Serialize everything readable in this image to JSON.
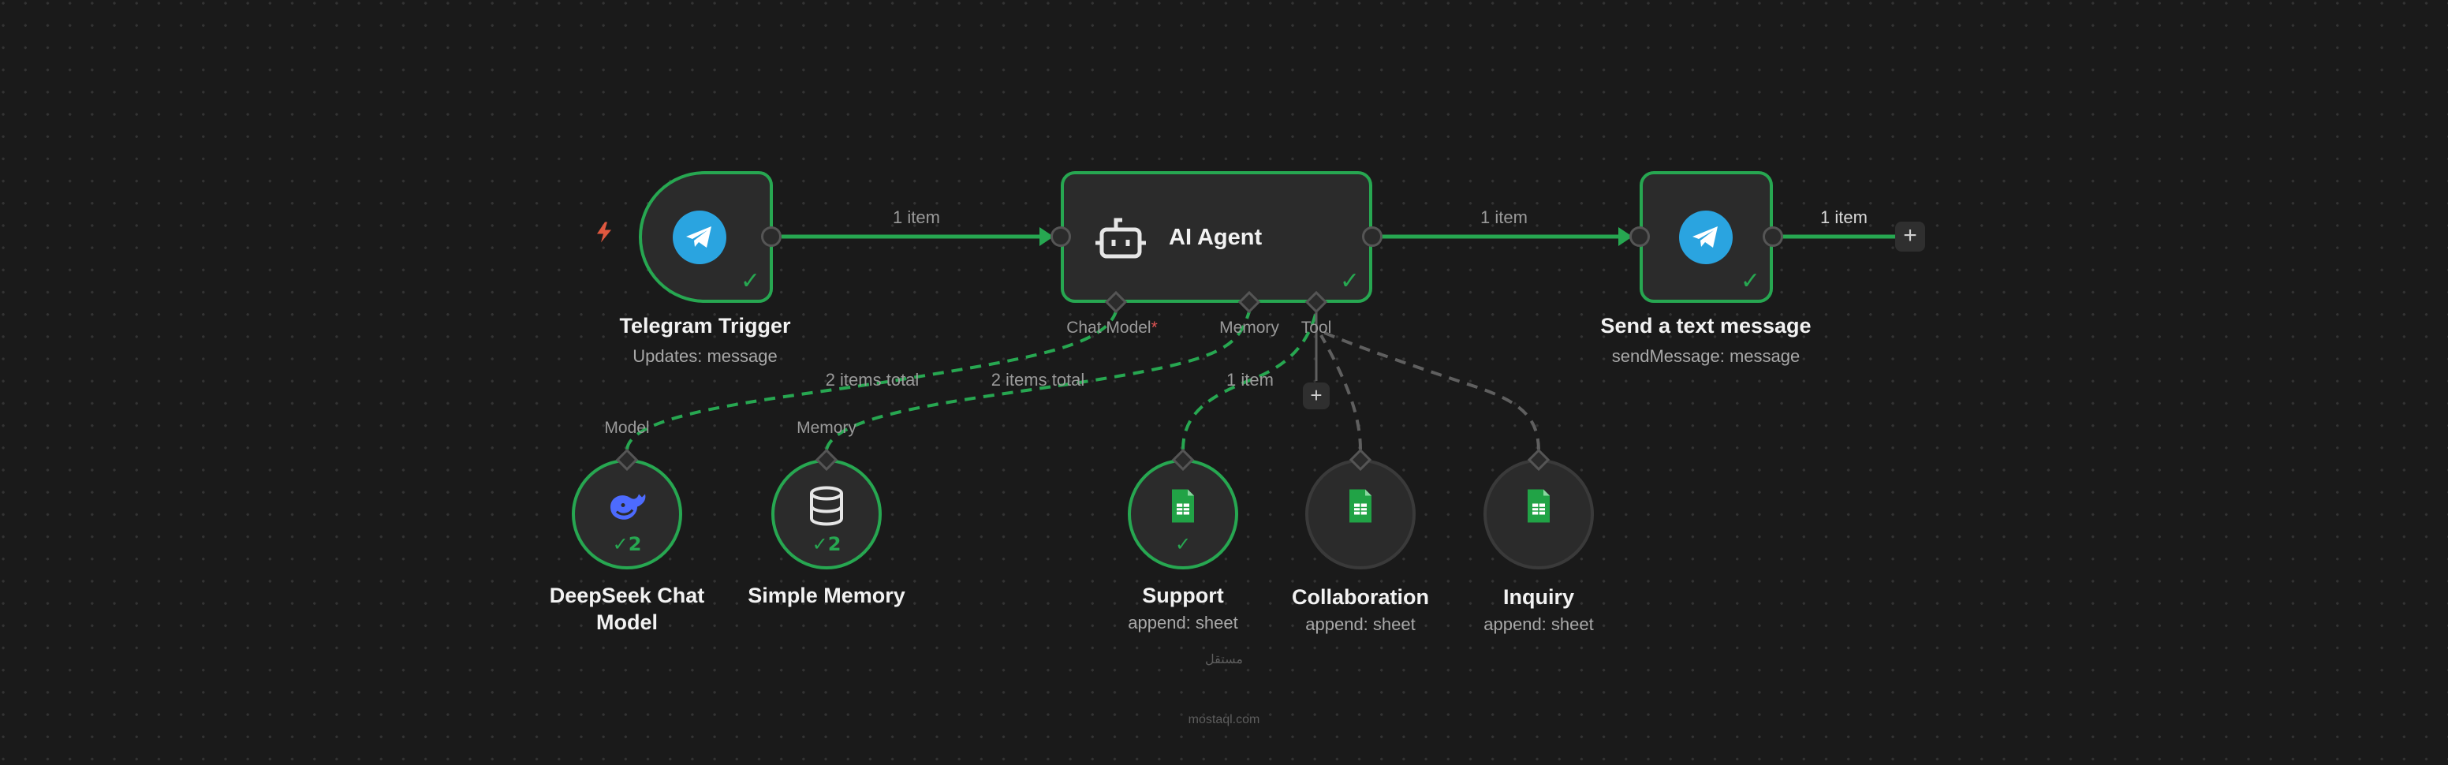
{
  "canvas": {
    "background": "#1a1a1a",
    "accent_color": "#27a751",
    "idle_border_color": "#3a3a3a"
  },
  "nodes": {
    "telegram_trigger": {
      "title": "Telegram Trigger",
      "subtitle": "Updates: message",
      "icon": "telegram-icon",
      "trigger_icon": "lightning-bolt-icon",
      "status": "success"
    },
    "ai_agent": {
      "title": "AI Agent",
      "icon": "robot-icon",
      "status": "success",
      "ports": {
        "chat_model": "Chat Model",
        "chat_model_required": "*",
        "memory": "Memory",
        "tool": "Tool"
      }
    },
    "send_message": {
      "title": "Send a text message",
      "subtitle": "sendMessage: message",
      "icon": "telegram-icon",
      "status": "success"
    },
    "deepseek": {
      "title_line1": "DeepSeek Chat",
      "title_line2": "Model",
      "port_label": "Model",
      "icon": "deepseek-whale-icon",
      "badge": "✓2",
      "status": "success"
    },
    "simple_memory": {
      "title": "Simple Memory",
      "port_label": "Memory",
      "icon": "database-icon",
      "badge": "✓2",
      "status": "success"
    },
    "support": {
      "title": "Support",
      "subtitle": "append: sheet",
      "icon": "google-sheets-icon",
      "badge": "✓",
      "status": "success"
    },
    "collaboration": {
      "title": "Collaboration",
      "subtitle": "append: sheet",
      "icon": "google-sheets-icon",
      "status": "idle"
    },
    "inquiry": {
      "title": "Inquiry",
      "subtitle": "append: sheet",
      "icon": "google-sheets-icon",
      "status": "idle"
    }
  },
  "edges": {
    "trigger_to_agent": "1 item",
    "agent_to_send": "1 item",
    "send_output": "1 item",
    "model_to_agent": "2 items total",
    "memory_to_agent": "2 items total",
    "support_to_agent": "1 item"
  },
  "buttons": {
    "add_after_send": "+",
    "add_tool": "+"
  },
  "watermark": {
    "arabic": "مستقل",
    "latin": "mostaql.com"
  }
}
